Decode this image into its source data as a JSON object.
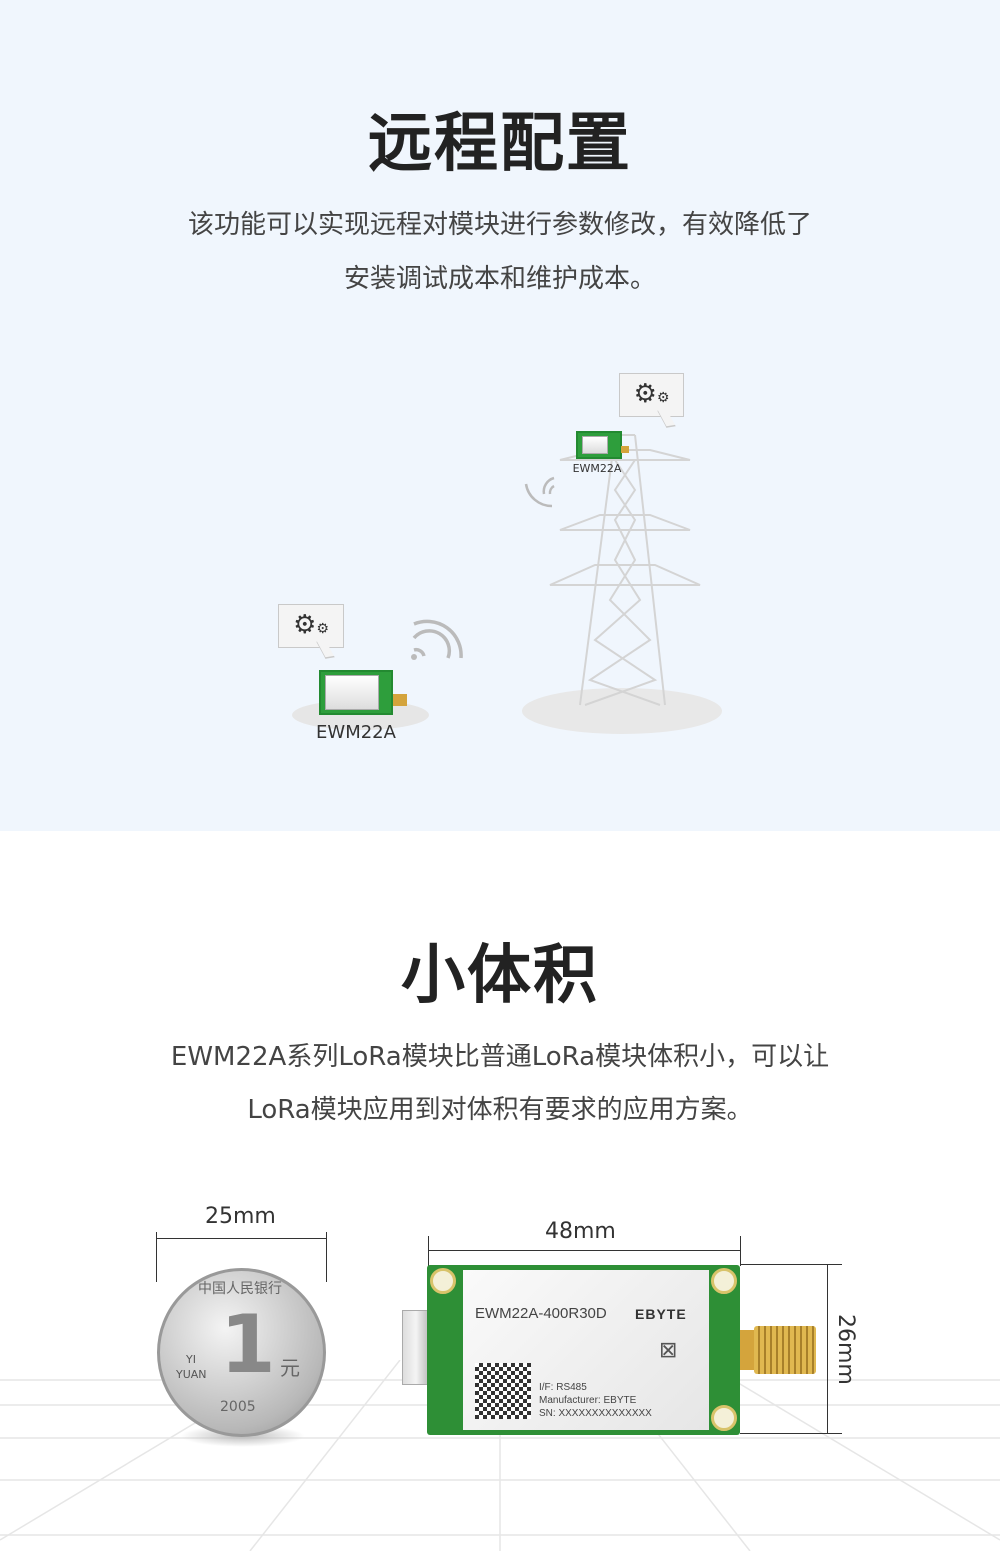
{
  "section1": {
    "title": "远程配置",
    "desc_line1": "该功能可以实现远程对模块进行参数修改，有效降低了",
    "desc_line2": "安装调试成本和维护成本。",
    "device_label_small": "EWM22A",
    "device_label_large": "EWM22A",
    "icons": [
      "gear-icon",
      "wifi-signal-icon",
      "power-tower-icon"
    ]
  },
  "section2": {
    "title": "小体积",
    "desc_line1": "EWM22A系列LoRa模块比普通LoRa模块体积小，可以让",
    "desc_line2": "LoRa模块应用到对体积有要求的应用方案。",
    "coin_width": "25mm",
    "module_width": "48mm",
    "module_height": "26mm",
    "coin": {
      "top_text": "中国人民银行",
      "value": "1",
      "unit": "元",
      "pinyin_1": "YI",
      "pinyin_2": "YUAN",
      "year": "2005"
    },
    "module": {
      "model": "EWM22A-400R30D",
      "brand": "EBYTE",
      "interface": "I/F: RS485",
      "manufacturer": "Manufacturer: EBYTE",
      "sn": "SN: XXXXXXXXXXXXXX"
    }
  },
  "colors": {
    "top_bg": "#f0f6fd",
    "pcb_green": "#2e9e3c"
  }
}
